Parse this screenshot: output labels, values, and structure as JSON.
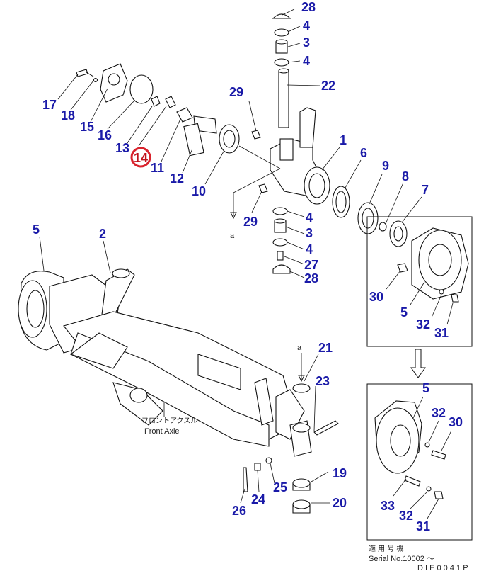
{
  "colors": {
    "callout": "#1a1aa8",
    "highlight": "#d9232d",
    "ink": "#111111"
  },
  "callouts": [
    {
      "id": "c28a",
      "label": "28"
    },
    {
      "id": "c4a",
      "label": "4"
    },
    {
      "id": "c3a",
      "label": "3"
    },
    {
      "id": "c4b",
      "label": "4"
    },
    {
      "id": "c22",
      "label": "22"
    },
    {
      "id": "c29a",
      "label": "29"
    },
    {
      "id": "c17",
      "label": "17"
    },
    {
      "id": "c18",
      "label": "18"
    },
    {
      "id": "c15",
      "label": "15"
    },
    {
      "id": "c16",
      "label": "16"
    },
    {
      "id": "c13",
      "label": "13"
    },
    {
      "id": "c11",
      "label": "11"
    },
    {
      "id": "c12",
      "label": "12"
    },
    {
      "id": "c10",
      "label": "10"
    },
    {
      "id": "c1",
      "label": "1"
    },
    {
      "id": "c6",
      "label": "6"
    },
    {
      "id": "c9",
      "label": "9"
    },
    {
      "id": "c8",
      "label": "8"
    },
    {
      "id": "c7",
      "label": "7"
    },
    {
      "id": "c29b",
      "label": "29"
    },
    {
      "id": "c4c",
      "label": "4"
    },
    {
      "id": "c3b",
      "label": "3"
    },
    {
      "id": "c4d",
      "label": "4"
    },
    {
      "id": "c27",
      "label": "27"
    },
    {
      "id": "c28b",
      "label": "28"
    },
    {
      "id": "c5a",
      "label": "5"
    },
    {
      "id": "c2",
      "label": "2"
    },
    {
      "id": "c30a",
      "label": "30"
    },
    {
      "id": "c5b",
      "label": "5"
    },
    {
      "id": "c32a",
      "label": "32"
    },
    {
      "id": "c31a",
      "label": "31"
    },
    {
      "id": "c21",
      "label": "21"
    },
    {
      "id": "c23",
      "label": "23"
    },
    {
      "id": "c19",
      "label": "19"
    },
    {
      "id": "c25",
      "label": "25"
    },
    {
      "id": "c26",
      "label": "26"
    },
    {
      "id": "c24",
      "label": "24"
    },
    {
      "id": "c20",
      "label": "20"
    },
    {
      "id": "c5c",
      "label": "5"
    },
    {
      "id": "c32b",
      "label": "32"
    },
    {
      "id": "c30b",
      "label": "30"
    },
    {
      "id": "c33",
      "label": "33"
    },
    {
      "id": "c32c",
      "label": "32"
    },
    {
      "id": "c31b",
      "label": "31"
    }
  ],
  "highlighted_callout": "14",
  "ref_marks": {
    "a_top": "a",
    "a_bottom": "a"
  },
  "axle_label_jp": "フロントアクスル",
  "axle_label_en": "Front Axle",
  "serial_jp": "適 用 号 機",
  "serial_text": "Serial No.10002 ～",
  "page_code": "D I E 0 0 4 1 P"
}
